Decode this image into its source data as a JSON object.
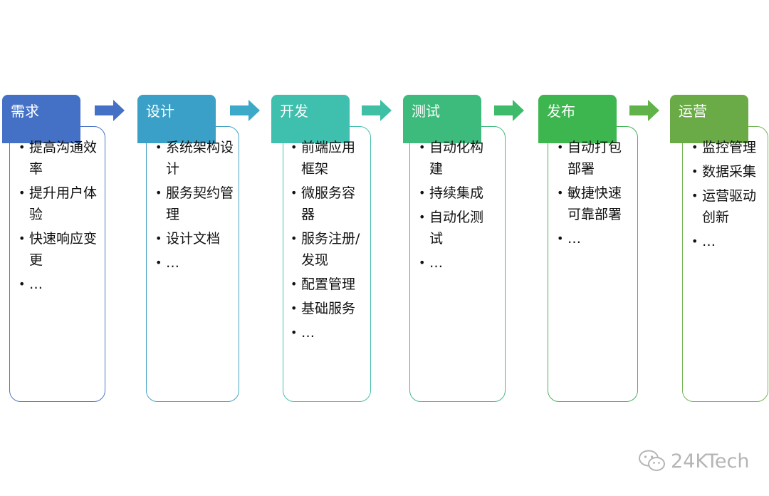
{
  "stages": [
    {
      "title": "需求",
      "color": "#4471c5",
      "border": "#4a78c6",
      "items": [
        "提高沟通效率",
        "提升用户体验",
        "快速响应变更",
        "…"
      ]
    },
    {
      "title": "设计",
      "color": "#3ba0c7",
      "border": "#44a2c6",
      "items": [
        "系统架构设计",
        "服务契约管理",
        "设计文档",
        "…"
      ]
    },
    {
      "title": "开发",
      "color": "#3fbfad",
      "border": "#46bfae",
      "items": [
        "前端应用框架",
        "微服务容器",
        "服务注册/发现",
        "配置管理",
        "基础服务",
        "…"
      ]
    },
    {
      "title": "测试",
      "color": "#3dbb7c",
      "border": "#45bb80",
      "items": [
        "自动化构建",
        "持续集成",
        "自动化测试",
        "…"
      ]
    },
    {
      "title": "发布",
      "color": "#3eb64f",
      "border": "#46b458",
      "items": [
        "自动打包部署",
        "敏捷快速可靠部署",
        "…"
      ]
    },
    {
      "title": "运营",
      "color": "#6aab47",
      "border": "#76b355",
      "items": [
        "监控管理",
        "数据采集",
        "运营驱动创新",
        "…"
      ]
    }
  ],
  "watermark": {
    "text": "24KTech",
    "icon": "wechat-icon"
  }
}
